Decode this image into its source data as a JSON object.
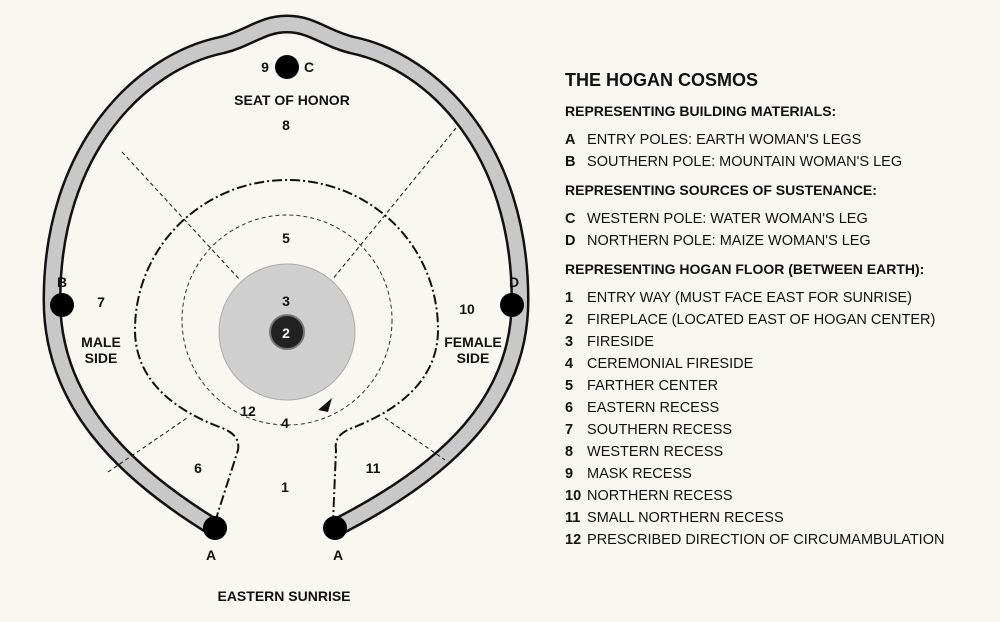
{
  "title": "THE HOGAN COSMOS",
  "diagram": {
    "seat_of_honor": "SEAT OF HONOR",
    "eastern_sunrise": "EASTERN SUNRISE",
    "male_side": [
      "MALE",
      "SIDE"
    ],
    "female_side": [
      "FEMALE",
      "SIDE"
    ],
    "poles": {
      "a1": "A",
      "a2": "A",
      "b": "B",
      "c": "C",
      "d": "D"
    },
    "areas": {
      "n1": "1",
      "n2": "2",
      "n3": "3",
      "n4": "4",
      "n5": "5",
      "n6": "6",
      "n7": "7",
      "n8": "8",
      "n9": "9",
      "n10": "10",
      "n11": "11",
      "n12": "12"
    }
  },
  "sections": [
    {
      "heading": "REPRESENTING BUILDING MATERIALS:",
      "items": [
        {
          "key": "A",
          "text": "ENTRY POLES: EARTH WOMAN'S LEGS"
        },
        {
          "key": "B",
          "text": "SOUTHERN POLE: MOUNTAIN WOMAN'S LEG"
        }
      ]
    },
    {
      "heading": "REPRESENTING SOURCES OF SUSTENANCE:",
      "items": [
        {
          "key": "C",
          "text": "WESTERN POLE: WATER WOMAN'S LEG"
        },
        {
          "key": "D",
          "text": "NORTHERN POLE: MAIZE WOMAN'S LEG"
        }
      ]
    },
    {
      "heading": "REPRESENTING HOGAN FLOOR (BETWEEN EARTH):",
      "items": [
        {
          "key": "1",
          "text": "ENTRY WAY (MUST FACE EAST FOR SUNRISE)"
        },
        {
          "key": "2",
          "text": "FIREPLACE (LOCATED EAST OF HOGAN CENTER)"
        },
        {
          "key": "3",
          "text": "FIRESIDE"
        },
        {
          "key": "4",
          "text": "CEREMONIAL FIRESIDE"
        },
        {
          "key": "5",
          "text": "FARTHER CENTER"
        },
        {
          "key": "6",
          "text": "EASTERN RECESS"
        },
        {
          "key": "7",
          "text": "SOUTHERN RECESS"
        },
        {
          "key": "8",
          "text": "WESTERN RECESS"
        },
        {
          "key": "9",
          "text": "MASK RECESS"
        },
        {
          "key": "10",
          "text": "NORTHERN RECESS"
        },
        {
          "key": "11",
          "text": "SMALL NORTHERN RECESS"
        },
        {
          "key": "12",
          "text": "PRESCRIBED DIRECTION OF CIRCUMAMBULATION"
        }
      ]
    }
  ],
  "colors": {
    "wall": "#c8c8c8",
    "fire_area": "#cfcfcf",
    "ink": "#111111",
    "background": "#f8f7f2"
  }
}
